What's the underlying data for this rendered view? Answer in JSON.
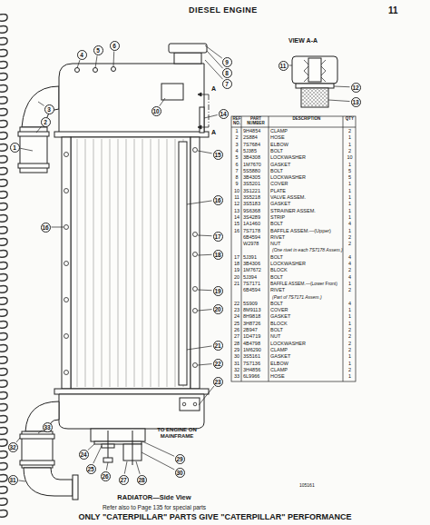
{
  "diagram": {
    "title": "DIESEL ENGINE",
    "caption": "RADIATOR—Side View",
    "labels": [
      "11",
      "1",
      "2",
      "3",
      "4",
      "5",
      "6",
      "7",
      "8",
      "9",
      "10",
      "11",
      "12",
      "13",
      "14",
      "15",
      "16",
      "17",
      "18",
      "19",
      "20",
      "21",
      "22",
      "23",
      "24",
      "25",
      "26",
      "27",
      "28",
      "29",
      "30",
      "31",
      "32",
      "33",
      "16",
      "A",
      "A",
      "VIEW A-A",
      "TO ENGINE ON MAINFRAME",
      "105161",
      "Refer also to Page 135 for special parts",
      "ONLY \"CATERPILLAR\" PARTS GIVE \"CATERPILLAR\" PERFORMANCE",
      "REF NO.",
      "PART NUMBER",
      "DESCRIPTION",
      "QTY",
      "1",
      "9H4854",
      "CLAMP",
      "2",
      "2",
      "2S884",
      "HOSE",
      "1",
      "3",
      "7S7684",
      "ELBOW",
      "1",
      "4",
      "5J385",
      "BOLT",
      "2",
      "5",
      "3B4308",
      "LOCKWASHER",
      "10",
      "6",
      "1M7670",
      "GASKET",
      "1",
      "7",
      "5S5880",
      "BOLT",
      "5",
      "8",
      "3B4305",
      "LOCKWASHER",
      "5",
      "9",
      "3S5201",
      "COVER",
      "1",
      "10",
      "3S1221",
      "PLATE",
      "1",
      "11",
      "3S5218",
      "VALVE ASSEM.",
      "1",
      "12",
      "3S5183",
      "GASKET",
      "1",
      "13",
      "9S6368",
      "STRAINER ASSEM.",
      "1",
      "14",
      "3S4289",
      "STRIP",
      "1",
      "15",
      "1A1460",
      "BOLT",
      "4",
      "16",
      "7S7178",
      "BAFFLE ASSEM.—(Upper)",
      "1",
      "6B4594",
      "RIVET",
      "2",
      "W2978",
      "NUT",
      "2",
      "(One rivet in each 7S7178 Assem.)",
      "17",
      "5J391",
      "BOLT",
      "4",
      "18",
      "3B4306",
      "LOCKWASHER",
      "4",
      "19",
      "1M7672",
      "BLOCK",
      "2",
      "20",
      "5J394",
      "BOLT",
      "4",
      "21",
      "7S7171",
      "BAFFLE ASSEM.—(Lower Front)",
      "1",
      "6B4594",
      "RIVET",
      "2",
      "(Part of 7S7171 Assem.)",
      "22",
      "5S909",
      "BOLT",
      "4",
      "23",
      "8M9113",
      "COVER",
      "1",
      "24",
      "8H9818",
      "GASKET",
      "1",
      "25",
      "3H8726",
      "BLOCK",
      "1",
      "26",
      "2B947",
      "BOLT",
      "2",
      "27",
      "1D4719",
      "NUT",
      "2",
      "28",
      "4B4798",
      "LOCKWASHER",
      "2",
      "29",
      "1M6290",
      "CLAMP",
      "2",
      "30",
      "3S5161",
      "GASKET",
      "1",
      "31",
      "7S7136",
      "ELBOW",
      "1",
      "32",
      "3H4856",
      "CLAMP",
      "2",
      "33",
      "6L9966",
      "HOSE",
      "1"
    ]
  }
}
